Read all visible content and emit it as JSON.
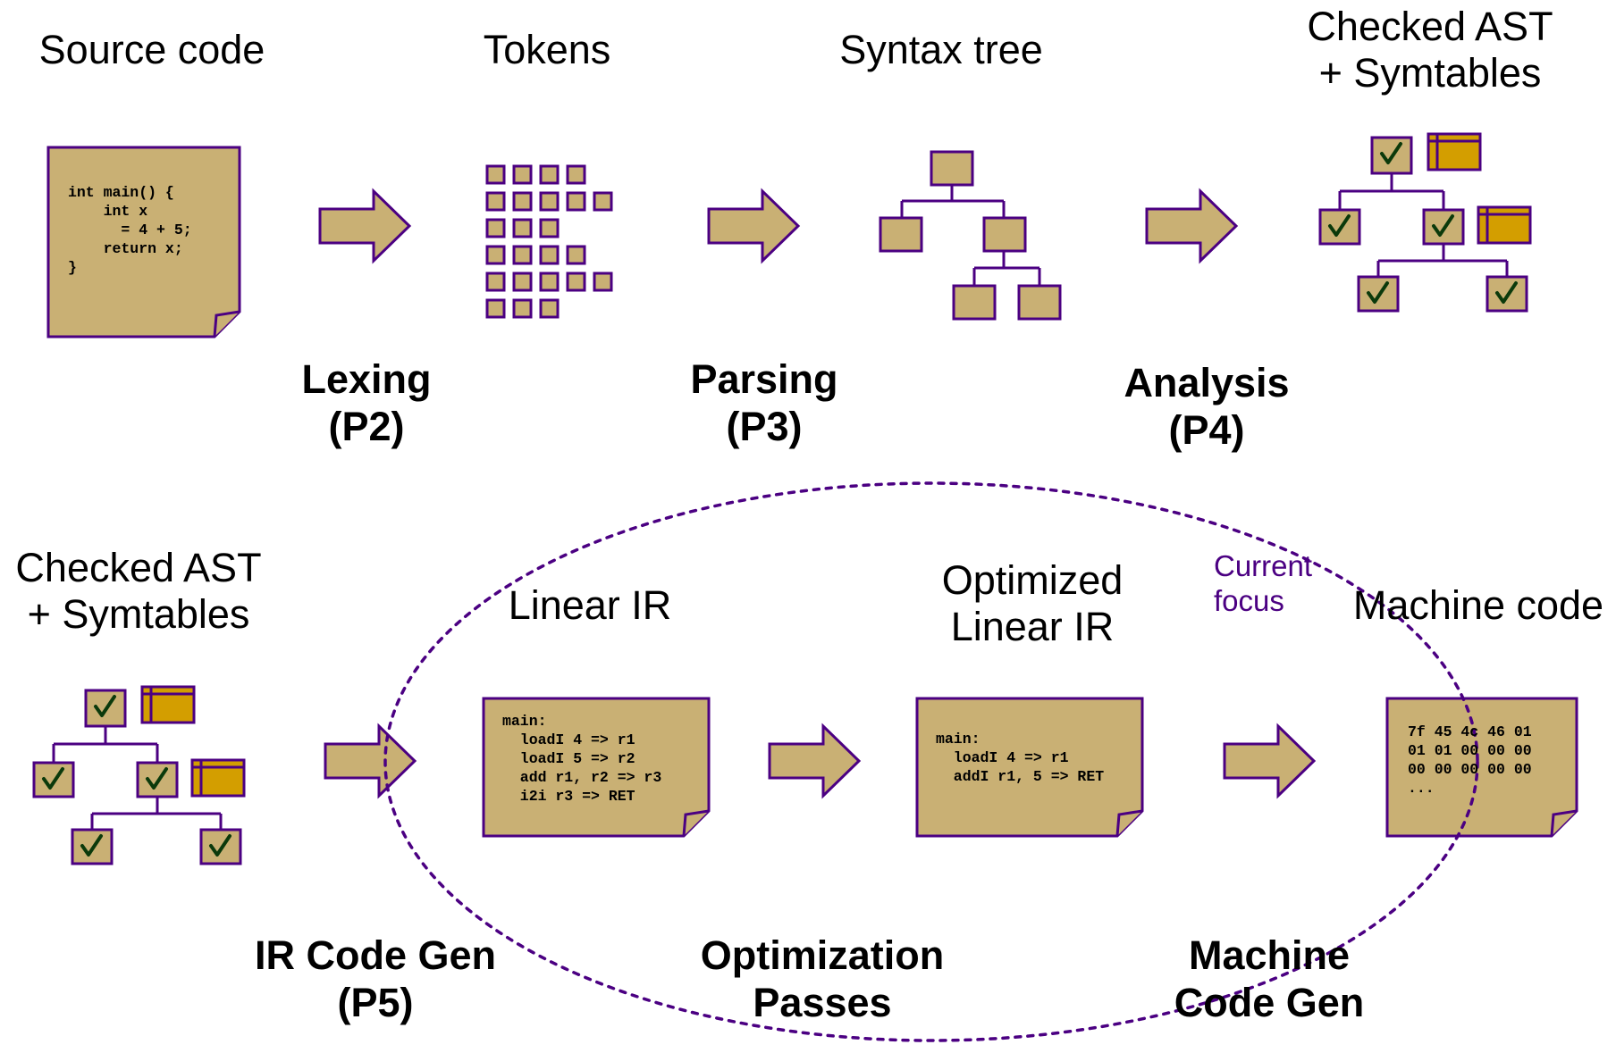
{
  "colors": {
    "fill": "#c9b074",
    "stroke": "#4b0082",
    "table_fill": "#d39e00",
    "check": "#0b3a0b",
    "focus_ring": "#4b0082"
  },
  "top_row": {
    "stages": [
      {
        "id": "source",
        "label": "Source code"
      },
      {
        "id": "tokens",
        "label": "Tokens"
      },
      {
        "id": "syntax",
        "label": "Syntax tree"
      },
      {
        "id": "checked",
        "label": "Checked AST\n+ Symtables"
      }
    ],
    "steps": [
      {
        "id": "lexing",
        "label": "Lexing\n(P2)"
      },
      {
        "id": "parsing",
        "label": "Parsing\n(P3)"
      },
      {
        "id": "analysis",
        "label": "Analysis\n(P4)"
      }
    ],
    "source_code": "int main() {\n    int x\n      = 4 + 5;\n    return x;\n}"
  },
  "bottom_row": {
    "stages": [
      {
        "id": "checked2",
        "label": "Checked AST\n+ Symtables"
      },
      {
        "id": "linear",
        "label": "Linear IR"
      },
      {
        "id": "optimized",
        "label": "Optimized\nLinear IR"
      },
      {
        "id": "machine",
        "label": "Machine code"
      }
    ],
    "steps": [
      {
        "id": "irgen",
        "label": "IR Code Gen\n(P5)"
      },
      {
        "id": "opt",
        "label": "Optimization\nPasses"
      },
      {
        "id": "mcgen",
        "label": "Machine\nCode Gen"
      }
    ],
    "linear_ir": "main:\n  loadI 4 => r1\n  loadI 5 => r2\n  add r1, r2 => r3\n  i2i r3 => RET",
    "optimized_ir": "main:\n  loadI 4 => r1\n  addI r1, 5 => RET",
    "machine_code": "7f 45 4c 46 01\n01 01 00 00 00\n00 00 00 00 00\n...",
    "focus_label": "Current\nfocus"
  }
}
